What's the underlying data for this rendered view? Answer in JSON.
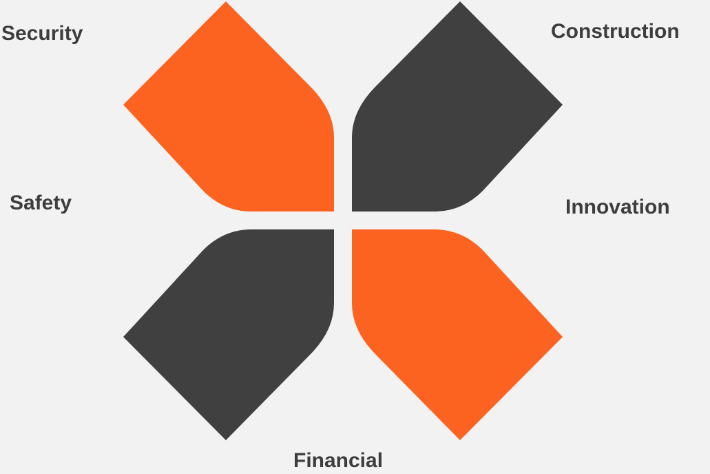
{
  "labels": {
    "security": "Security",
    "construction": "Construction",
    "safety": "Safety",
    "innovation": "Innovation",
    "financial": "Financial"
  },
  "colors": {
    "background": "#f2f2f2",
    "orange": "#fd6320",
    "dark": "#404040",
    "text": "#3d3d3d"
  }
}
